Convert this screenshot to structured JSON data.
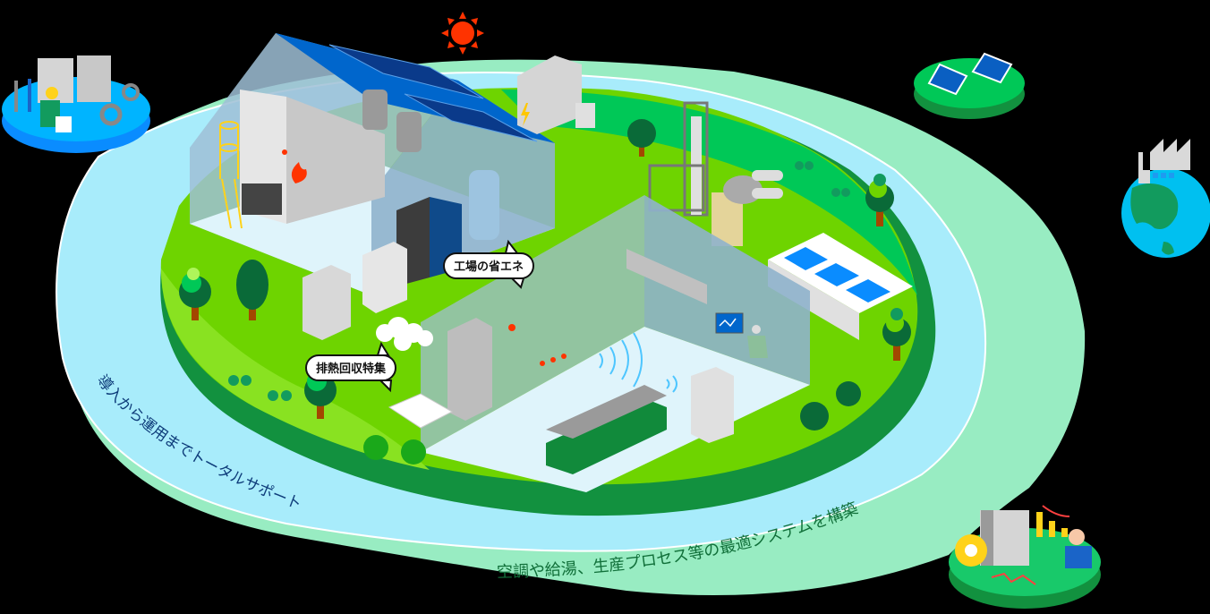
{
  "labels": {
    "factory_energy_saving": "工場の省エネ",
    "waste_heat_recovery": "排熱回収特集",
    "support_ring": "導入から運用までトータルサポート",
    "system_ring": "空調や給湯、生産プロセス等の最適システムを構築"
  },
  "icons": {
    "sun": "sun-icon",
    "solar_island": "solar-panel-icon",
    "global_factory": "globe-factory-icon",
    "maintenance_island": "maintenance-worker-icon",
    "consulting_island": "consulting-chart-icon"
  },
  "colors": {
    "background": "#000000",
    "outer_ring": "#98ecc2",
    "water_ring": "#a8ecfb",
    "island_dark": "#12913f",
    "island_grass": "#6ed400",
    "island_light": "#89e221",
    "island_far": "#00c857",
    "sun": "#ff3300",
    "solar_blue": "#0066cc",
    "blue_island": "#00b4ff",
    "text_blue": "#0e3c7a",
    "text_green": "#11703a"
  }
}
